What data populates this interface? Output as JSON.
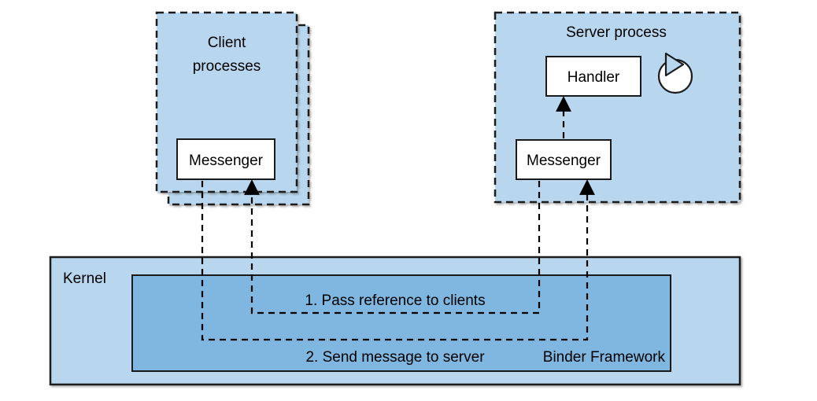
{
  "client": {
    "title_line1": "Client",
    "title_line2": "processes",
    "messenger_label": "Messenger"
  },
  "server": {
    "title": "Server process",
    "handler_label": "Handler",
    "messenger_label": "Messenger",
    "icon": "looper-icon"
  },
  "kernel": {
    "label": "Kernel",
    "binder_label": "Binder Framework",
    "step1_label": "1. Pass reference to clients",
    "step2_label": "2. Send message to server"
  },
  "colors": {
    "process_fill": "#b8d7ee",
    "kernel_fill": "#b8d7ee",
    "binder_fill": "#7fb7e0",
    "stroke": "#1a1a1a"
  }
}
